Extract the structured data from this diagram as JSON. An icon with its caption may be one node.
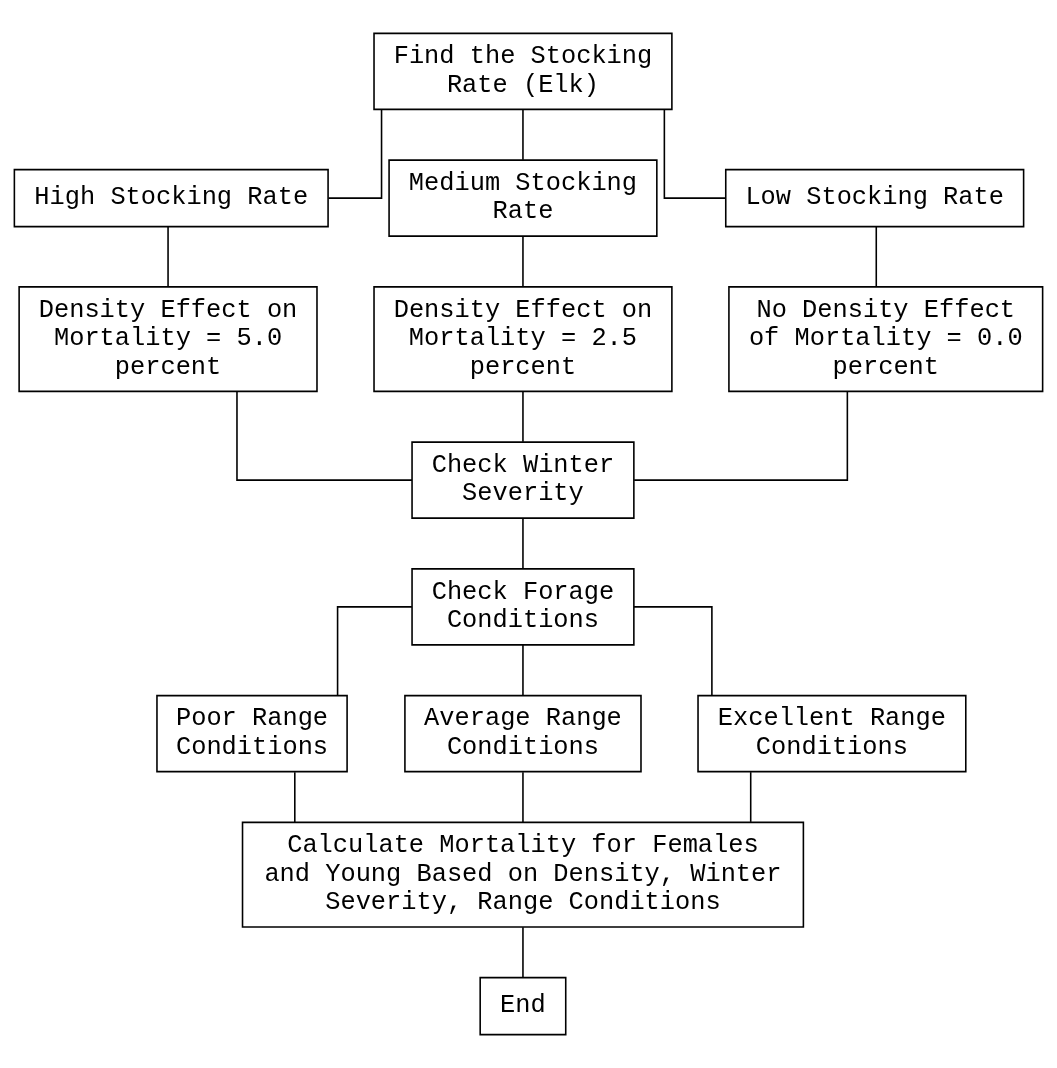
{
  "diagram": {
    "nodes": [
      {
        "text": [
          "Find the Stocking Rate (Elk)"
        ]
      },
      {
        "text": [
          "High Stocking Rate"
        ]
      },
      {
        "text": [
          "Medium Stocking Rate"
        ]
      },
      {
        "text": [
          "Low Stocking Rate"
        ]
      },
      {
        "text": [
          "Density Effect on Mortality = 5.0 percent"
        ]
      },
      {
        "text": [
          "Density Effect on Mortality = 2.5 percent"
        ]
      },
      {
        "text": [
          "No Density Effect of Mortality = 0.0 percent"
        ]
      },
      {
        "text": [
          "Check Winter Severity"
        ]
      },
      {
        "text": [
          "Check Forage Conditions"
        ]
      },
      {
        "text": [
          "Poor Range Conditions"
        ]
      },
      {
        "text": [
          "Average Range Conditions"
        ]
      },
      {
        "text": [
          "Excellent Range Conditions"
        ]
      },
      {
        "text": [
          "Calculate Mortality for Females and Young Based on Density, Winter Severity, Range Conditions"
        ]
      },
      {
        "text": [
          "End"
        ]
      }
    ],
    "edges": [
      {
        "from": 0,
        "to": 1,
        "arrow": "none"
      },
      {
        "from": 0,
        "to": 2,
        "arrow": "none"
      },
      {
        "from": 0,
        "to": 3,
        "arrow": "none"
      },
      {
        "from": 1,
        "to": 4,
        "arrow": "none"
      },
      {
        "from": 2,
        "to": 5,
        "arrow": "none"
      },
      {
        "from": 3,
        "to": 6,
        "arrow": "none"
      },
      {
        "from": 4,
        "to": 7,
        "arrow": "none"
      },
      {
        "from": 5,
        "to": 7,
        "arrow": "none"
      },
      {
        "from": 6,
        "to": 7,
        "arrow": "none"
      },
      {
        "from": 7,
        "to": 8,
        "arrow": "none"
      },
      {
        "from": 8,
        "to": 9,
        "arrow": "none"
      },
      {
        "from": 8,
        "to": 10,
        "arrow": "none"
      },
      {
        "from": 8,
        "to": 11,
        "arrow": "none"
      },
      {
        "from": 9,
        "to": 12,
        "arrow": "none"
      },
      {
        "from": 10,
        "to": 12,
        "arrow": "none"
      },
      {
        "from": 11,
        "to": 12,
        "arrow": "none"
      },
      {
        "from": 12,
        "to": 13,
        "arrow": "none"
      }
    ]
  }
}
